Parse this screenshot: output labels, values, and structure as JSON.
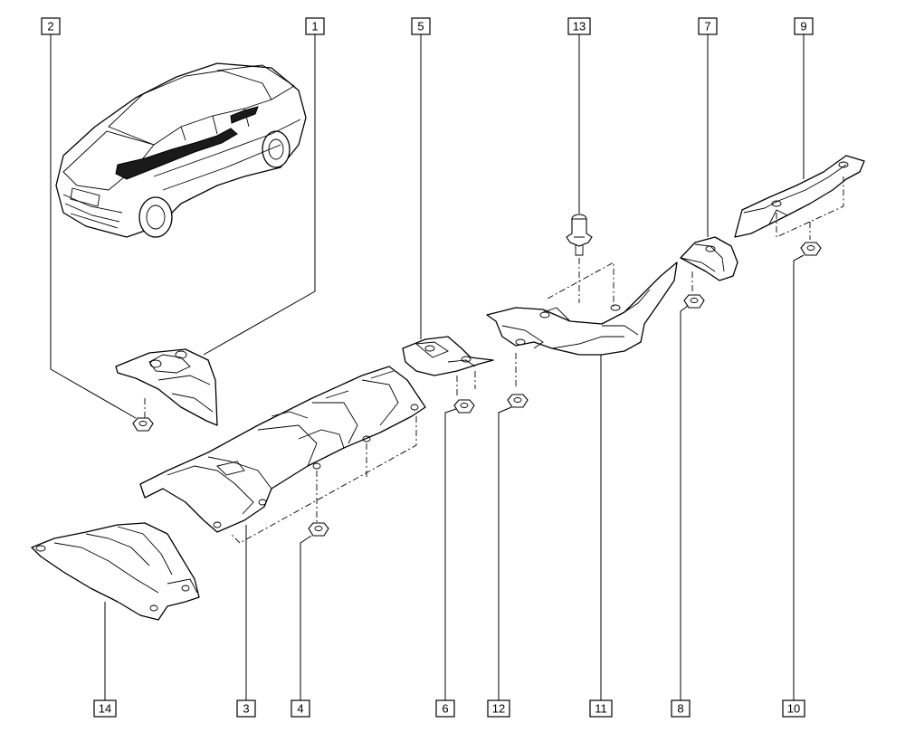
{
  "callouts": [
    {
      "label": "2"
    },
    {
      "label": "1"
    },
    {
      "label": "5"
    },
    {
      "label": "13"
    },
    {
      "label": "7"
    },
    {
      "label": "9"
    },
    {
      "label": "14"
    },
    {
      "label": "3"
    },
    {
      "label": "4"
    },
    {
      "label": "6"
    },
    {
      "label": "12"
    },
    {
      "label": "11"
    },
    {
      "label": "8"
    },
    {
      "label": "10"
    }
  ]
}
